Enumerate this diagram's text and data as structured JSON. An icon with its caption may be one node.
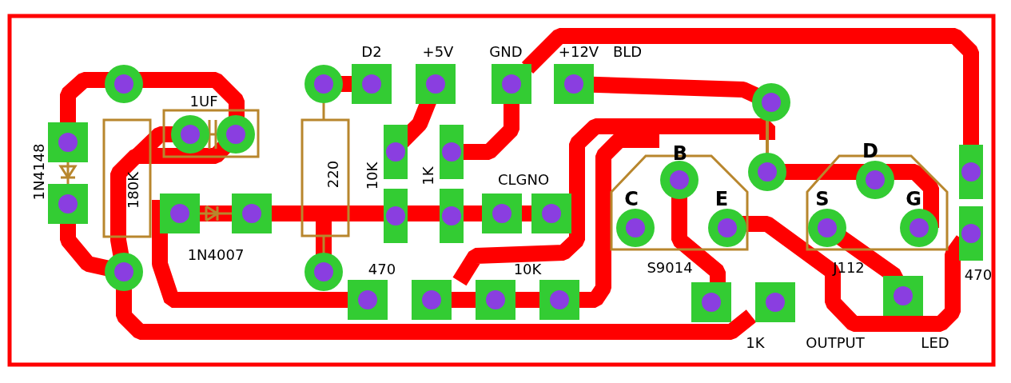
{
  "diagram": {
    "labels": [
      "D2",
      "+5V",
      "GND",
      "+12V",
      "BLD",
      "1UF",
      "1N4148",
      "B",
      "D",
      "180K",
      "220",
      "10K",
      "1K",
      "CLGNO",
      "C",
      "E",
      "S",
      "G",
      "1N4007",
      "470",
      "10K",
      "S9014",
      "J112",
      "470",
      "1K",
      "OUTPUT",
      "LED"
    ]
  }
}
